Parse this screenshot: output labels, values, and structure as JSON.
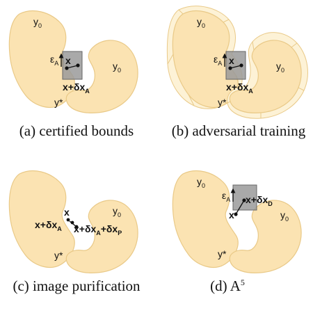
{
  "panels": {
    "a": {
      "caption": "(a) certified bounds",
      "y0_left": "y",
      "y0_left_sub": "0",
      "y0_right": "y",
      "y0_right_sub": "0",
      "ystar": "y*",
      "eps": "ε",
      "eps_sub": "A",
      "x": "x",
      "xpert": "x+δx",
      "xpert_sub": "A"
    },
    "b": {
      "caption": "(b) adversarial training",
      "y0_left": "y",
      "y0_left_sub": "0",
      "y0_right": "y",
      "y0_right_sub": "0",
      "ystar": "y*",
      "eps": "ε",
      "eps_sub": "A",
      "x": "x",
      "xpert": "x+δx",
      "xpert_sub": "A"
    },
    "c": {
      "caption": "(c) image purification",
      "y0_right": "y",
      "y0_right_sub": "0",
      "ystar": "y*",
      "x": "x",
      "xpert": "x+δx",
      "xpert_sub": "A",
      "xpur": "x+δx",
      "xpur_sub": "A",
      "xpur2": "+δx",
      "xpur2_sub": "P"
    },
    "d": {
      "caption": "(d) A",
      "caption_sup": "5",
      "y0_left": "y",
      "y0_left_sub": "0",
      "y0_right": "y",
      "y0_right_sub": "0",
      "ystar": "y*",
      "eps": "ε",
      "eps_sub": "A",
      "x": "x",
      "xdef": "x+δx",
      "xdef_sub": "D"
    }
  },
  "colors": {
    "region_fill": "#fbe3b2",
    "region_stroke": "#e9c987",
    "box_fill": "#9a9a9a"
  }
}
